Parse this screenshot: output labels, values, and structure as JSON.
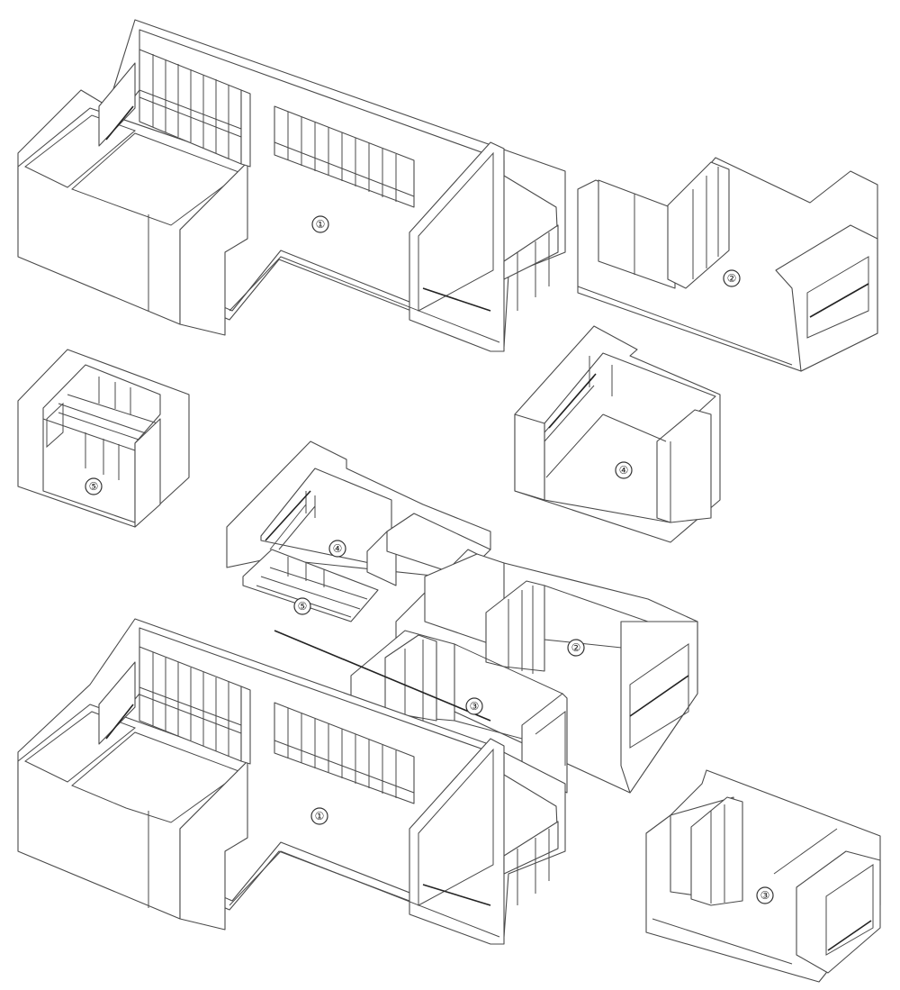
{
  "diagram": {
    "type": "isometric exploded floor plan",
    "views": [
      {
        "id": "top-living-room",
        "label": "①",
        "room_number": 1
      },
      {
        "id": "room-2-isolated",
        "label": "②",
        "room_number": 2
      },
      {
        "id": "room-5-isolated",
        "label": "⑤",
        "room_number": 5
      },
      {
        "id": "room-4-isolated",
        "label": "④",
        "room_number": 4
      },
      {
        "id": "assembled-plan",
        "labels": [
          "④",
          "⑤",
          "②",
          "③",
          "①"
        ]
      },
      {
        "id": "room-3-isolated",
        "label": "③",
        "room_number": 3
      }
    ]
  },
  "labels": {
    "top_living": "①",
    "iso_room2": "②",
    "iso_room5": "⑤",
    "iso_room4": "④",
    "asm_room4": "④",
    "asm_room5": "⑤",
    "asm_room2": "②",
    "asm_room3": "③",
    "asm_room1": "①",
    "iso_room3": "③"
  },
  "colors": {
    "line": "#4a4a4a",
    "background": "#ffffff"
  }
}
